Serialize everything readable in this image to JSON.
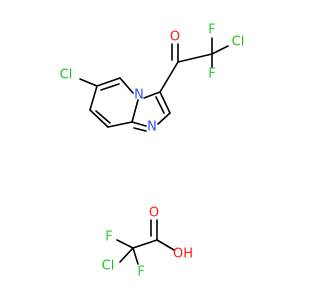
{
  "colors": {
    "bond": "#000000",
    "chlorine": "#1fbf1f",
    "fluorine": "#33cc33",
    "oxygen": "#ff1a1a",
    "nitrogen": "#2f4fff"
  },
  "molecule_1": {
    "atoms": {
      "cl_ring": "Cl",
      "n_bridge": "N",
      "n_imidazole": "N",
      "o_ketone": "O",
      "f_top": "F",
      "f_bottom": "F",
      "cl_side": "Cl"
    }
  },
  "molecule_2": {
    "atoms": {
      "o_carbonyl": "O",
      "oh": "OH",
      "f_left": "F",
      "f_bottom": "F",
      "cl": "Cl"
    }
  }
}
